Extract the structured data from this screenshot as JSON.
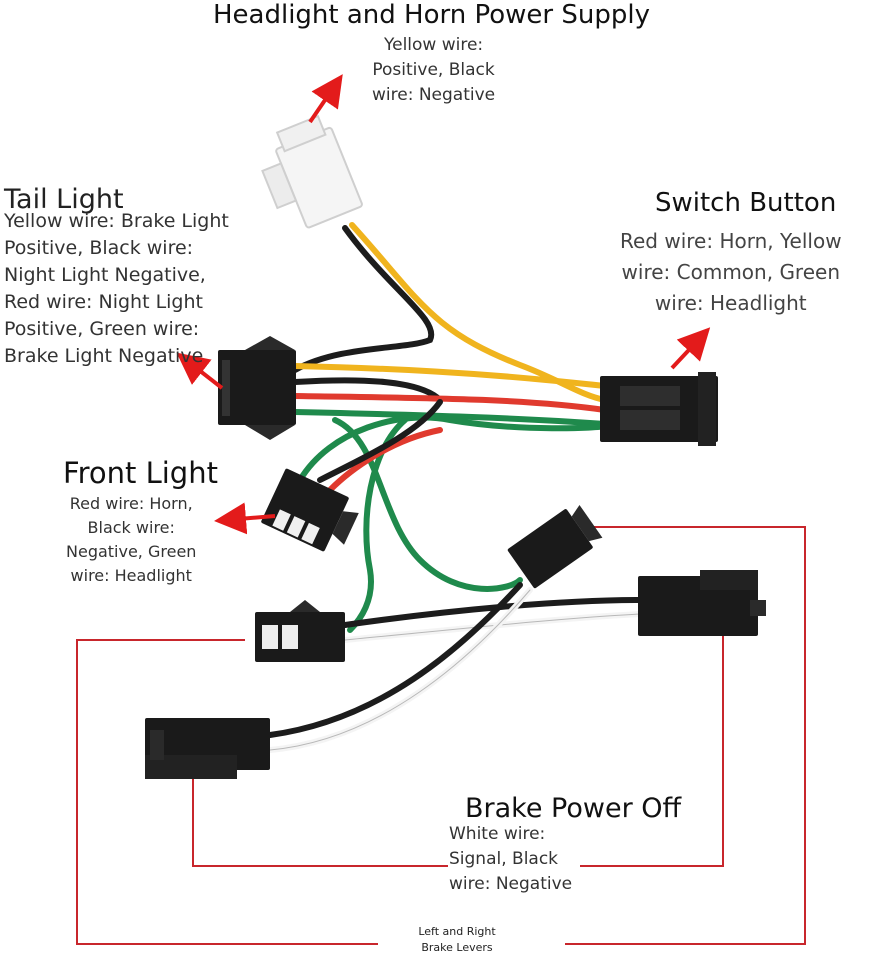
{
  "labels": {
    "headlight_horn": {
      "title": "Headlight and Horn Power Supply",
      "desc": [
        "Yellow wire:",
        "Positive, Black",
        "wire: Negative"
      ]
    },
    "tail_light": {
      "title": "Tail Light",
      "desc": [
        "Yellow wire: Brake Light",
        "Positive, Black wire:",
        "Night Light Negative,",
        "Red wire: Night Light",
        "Positive, Green wire:",
        "Brake Light Negative"
      ]
    },
    "switch_button": {
      "title": "Switch Button",
      "desc": [
        "Red wire: Horn, Yellow",
        "wire: Common, Green",
        "wire: Headlight"
      ]
    },
    "front_light": {
      "title": "Front Light",
      "desc": [
        "Red wire: Horn,",
        "Black wire:",
        "Negative, Green",
        "wire: Headlight"
      ]
    },
    "brake_power_off": {
      "title": "Brake Power Off",
      "desc": [
        "White wire:",
        "Signal, Black",
        "wire: Negative"
      ]
    },
    "brake_levers": {
      "desc": [
        "Left and Right",
        "Brake Levers"
      ]
    }
  },
  "colors": {
    "arrow": "#e31b1b",
    "bracket": "#c8262c",
    "wire_red": "#e03a2e",
    "wire_yellow": "#f0b41e",
    "wire_green": "#1f8a4c",
    "wire_black": "#1c1c1c",
    "wire_white": "#f4f4f4",
    "connector_black": "#1a1a1a",
    "connector_white": "#f5f5f5"
  }
}
